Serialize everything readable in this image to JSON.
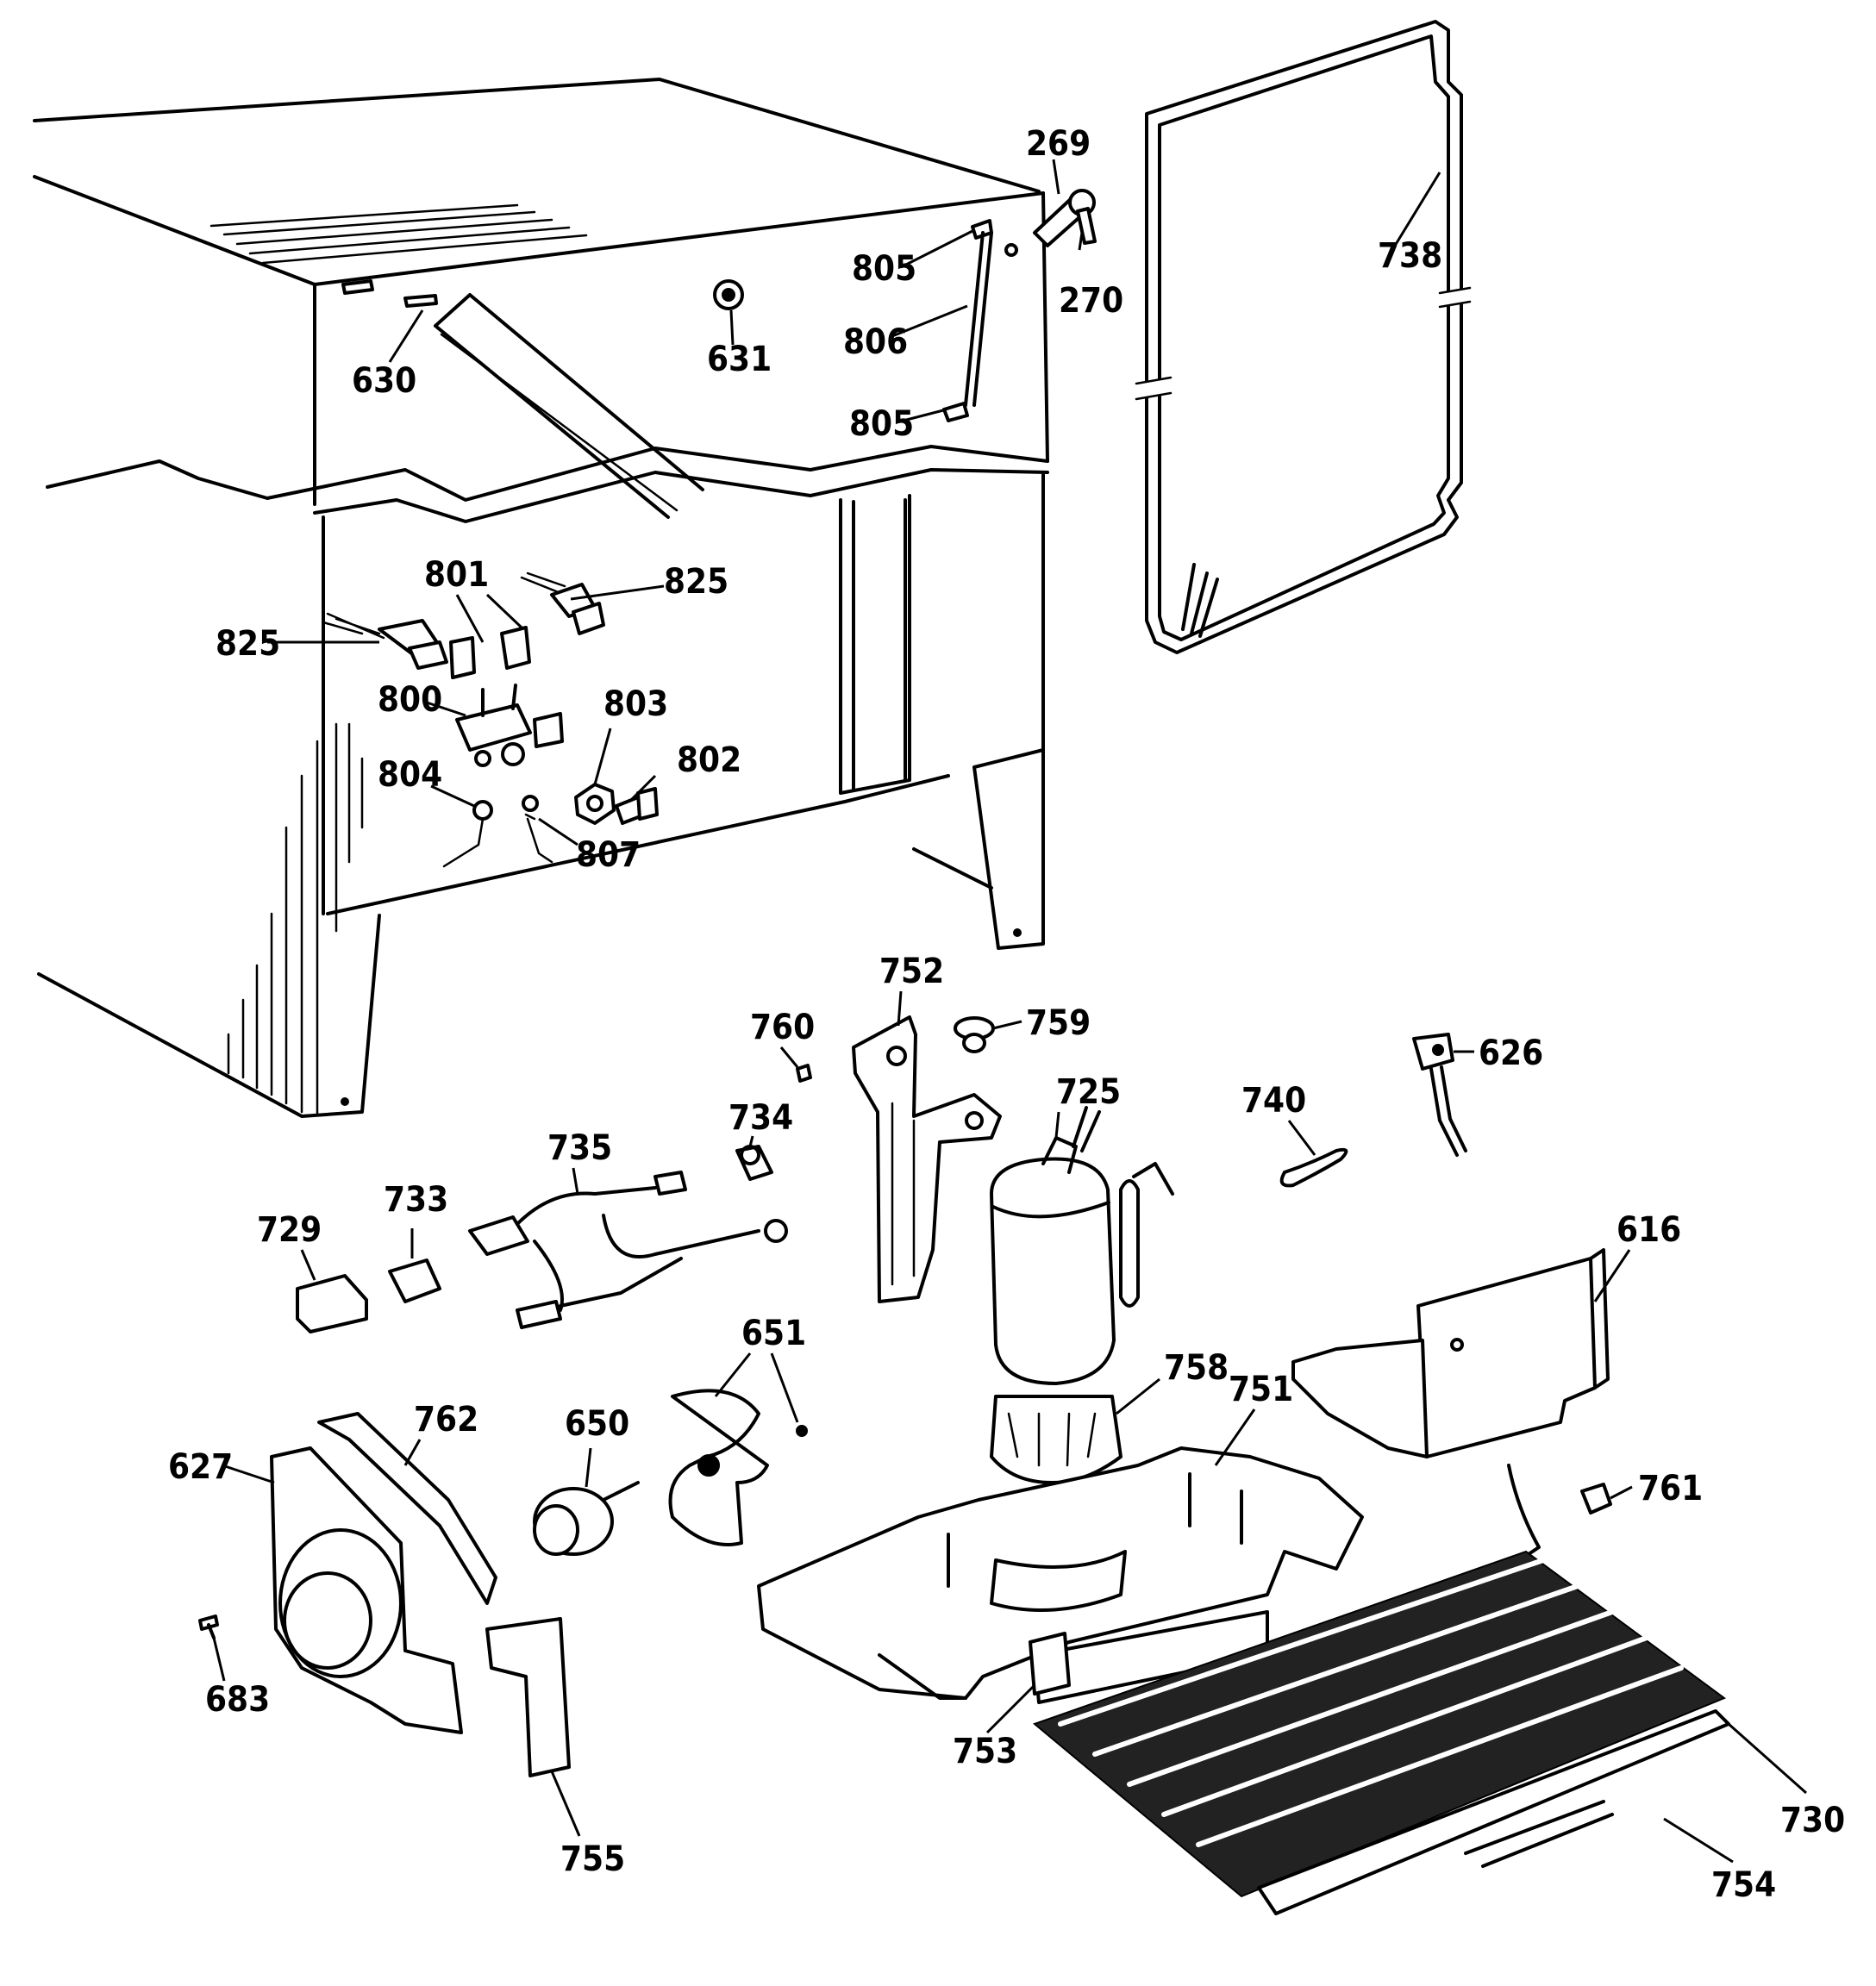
{
  "labels": [
    {
      "id": "l269",
      "text": "269"
    },
    {
      "id": "l270",
      "text": "270"
    },
    {
      "id": "l738",
      "text": "738"
    },
    {
      "id": "l805a",
      "text": "805"
    },
    {
      "id": "l806",
      "text": "806"
    },
    {
      "id": "l805b",
      "text": "805"
    },
    {
      "id": "l630",
      "text": "630"
    },
    {
      "id": "l631",
      "text": "631"
    },
    {
      "id": "l801",
      "text": "801"
    },
    {
      "id": "l825a",
      "text": "825"
    },
    {
      "id": "l825b",
      "text": "825"
    },
    {
      "id": "l800",
      "text": "800"
    },
    {
      "id": "l803",
      "text": "803"
    },
    {
      "id": "l802",
      "text": "802"
    },
    {
      "id": "l804",
      "text": "804"
    },
    {
      "id": "l807",
      "text": "807"
    },
    {
      "id": "l752",
      "text": "752"
    },
    {
      "id": "l760",
      "text": "760"
    },
    {
      "id": "l759",
      "text": "759"
    },
    {
      "id": "l725",
      "text": "725"
    },
    {
      "id": "l740",
      "text": "740"
    },
    {
      "id": "l626",
      "text": "626"
    },
    {
      "id": "l734",
      "text": "734"
    },
    {
      "id": "l735",
      "text": "735"
    },
    {
      "id": "l733",
      "text": "733"
    },
    {
      "id": "l729",
      "text": "729"
    },
    {
      "id": "l616",
      "text": "616"
    },
    {
      "id": "l651",
      "text": "651"
    },
    {
      "id": "l650",
      "text": "650"
    },
    {
      "id": "l758",
      "text": "758"
    },
    {
      "id": "l751",
      "text": "751"
    },
    {
      "id": "l762",
      "text": "762"
    },
    {
      "id": "l627",
      "text": "627"
    },
    {
      "id": "l761",
      "text": "761"
    },
    {
      "id": "l683",
      "text": "683"
    },
    {
      "id": "l753",
      "text": "753"
    },
    {
      "id": "l755",
      "text": "755"
    },
    {
      "id": "l730",
      "text": "730"
    },
    {
      "id": "l754",
      "text": "754"
    }
  ]
}
